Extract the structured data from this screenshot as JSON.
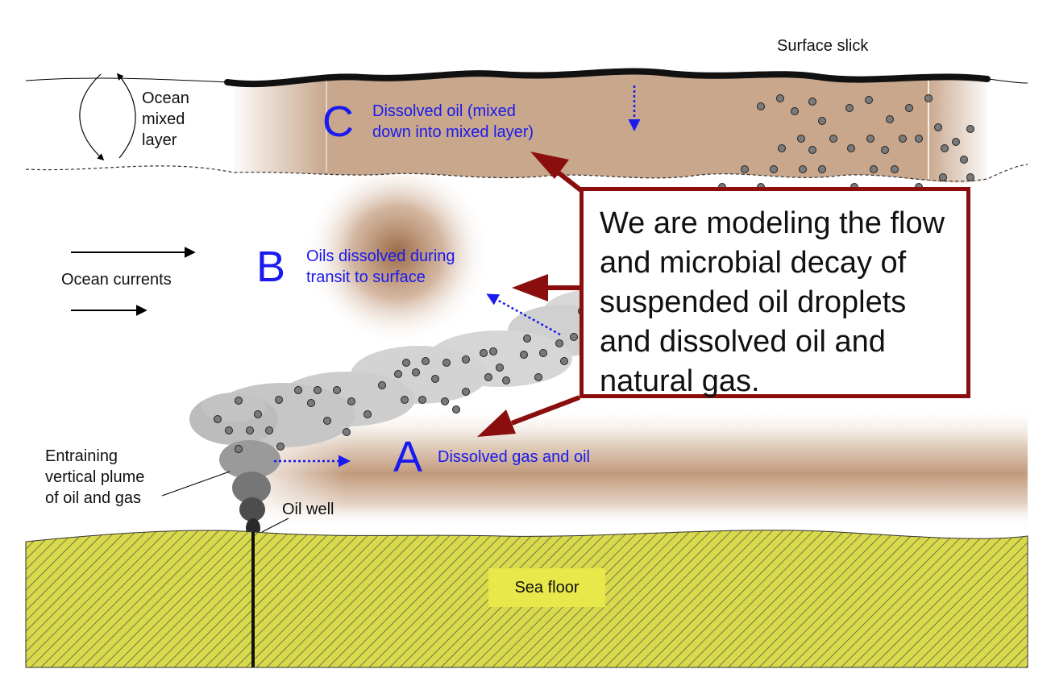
{
  "labels": {
    "surface_slick": "Surface slick",
    "ocean_mixed_layer": "Ocean\nmixed\nlayer",
    "ocean_currents": "Ocean currents",
    "entraining_plume": "Entraining\nvertical plume\nof oil and gas",
    "oil_well": "Oil well",
    "sea_floor": "Sea floor"
  },
  "zones": {
    "a": {
      "letter": "A",
      "text": "Dissolved gas and oil"
    },
    "b": {
      "letter": "B",
      "text": "Oils dissolved during\ntransit to surface"
    },
    "c": {
      "letter": "C",
      "text": "Dissolved oil (mixed\ndown into mixed layer)"
    }
  },
  "callout": {
    "text": "We are modeling the flow and microbial decay of suspended oil droplets and dissolved oil and natural gas."
  },
  "colors": {
    "label_blue": "#1a1aee",
    "callout_border": "#8b0e0e",
    "arrow_red": "#8b0e0e",
    "dissolved_oil_brown": "#c8a78c",
    "sea_floor_yellow": "#d8d84a",
    "droplet_gray": "#7a7a7a"
  }
}
